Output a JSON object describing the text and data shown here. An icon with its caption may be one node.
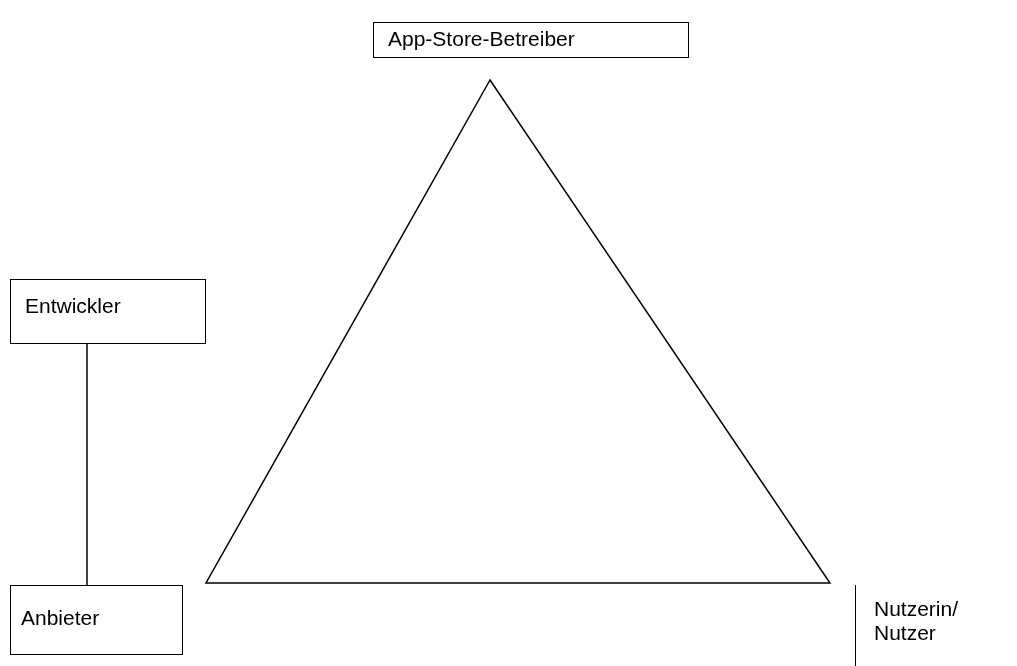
{
  "diagram": {
    "nodes": [
      {
        "text": [
          "App-Store-Betreiber"
        ]
      },
      {
        "text": [
          "Entwickler"
        ]
      },
      {
        "text": [
          "Anbieter"
        ]
      },
      {
        "text": [
          "Nutzerin/ Nutzer"
        ]
      }
    ],
    "edges": [
      {
        "from": 1,
        "to": 2,
        "arrow": "none"
      }
    ]
  }
}
